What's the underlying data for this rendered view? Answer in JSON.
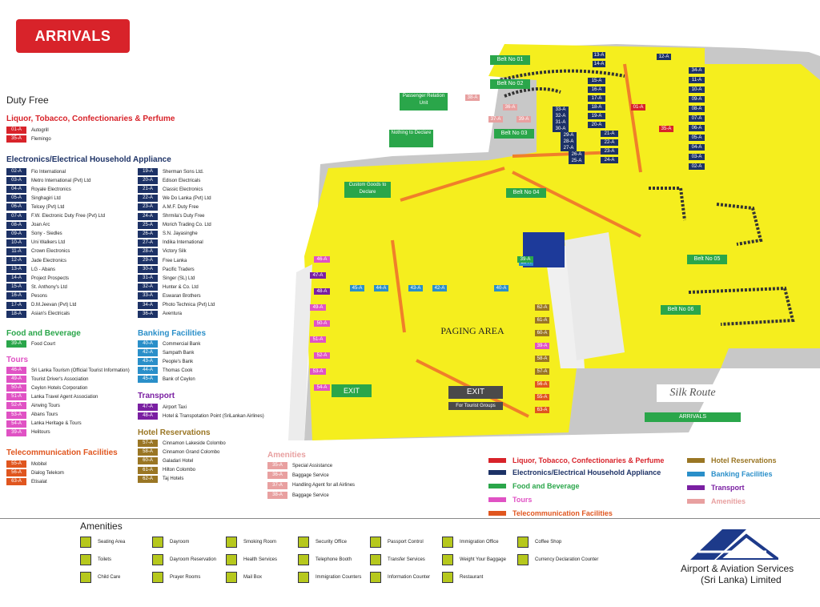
{
  "header": {
    "title": "ARRIVALS"
  },
  "duty_free": {
    "title": "Duty Free",
    "liquor": {
      "heading": "Liquor, Tobacco, Confectionaries & Perfume",
      "color": "#d8232a",
      "items": [
        {
          "code": "01-A",
          "name": "Autogrill"
        },
        {
          "code": "35-A",
          "name": "Flemingo"
        }
      ]
    },
    "electronics": {
      "heading": "Electronics/Electrical Household Appliance",
      "color": "#1d3266",
      "left": [
        {
          "code": "02-A",
          "name": "Fio International"
        },
        {
          "code": "03-A",
          "name": "Metro International (Pvt) Ltd"
        },
        {
          "code": "04-A",
          "name": "Royale Electronics"
        },
        {
          "code": "05-A",
          "name": "Singhagiri Ltd"
        },
        {
          "code": "06-A",
          "name": "Telcey (Pvt) Ltd"
        },
        {
          "code": "07-A",
          "name": "F.W. Electronic Duty Free (Pvt) Ltd"
        },
        {
          "code": "08-A",
          "name": "Joan Arc"
        },
        {
          "code": "09-A",
          "name": "Sony - Siedles"
        },
        {
          "code": "10-A",
          "name": "Uni Walkers Ltd"
        },
        {
          "code": "11-A",
          "name": "Crown Electronics"
        },
        {
          "code": "12-A",
          "name": "Jade Electronics"
        },
        {
          "code": "13-A",
          "name": "LG - Abans"
        },
        {
          "code": "14-A",
          "name": "Project Prospects"
        },
        {
          "code": "15-A",
          "name": "St. Anthony's Ltd"
        },
        {
          "code": "16-A",
          "name": "Pesons"
        },
        {
          "code": "17-A",
          "name": "D.M.Jeevan (Pvt) Ltd"
        },
        {
          "code": "18-A",
          "name": "Asian's Electricals"
        }
      ],
      "right": [
        {
          "code": "19-A",
          "name": "Sherman Sons Ltd."
        },
        {
          "code": "20-A",
          "name": "Edison Electricals"
        },
        {
          "code": "21-A",
          "name": "Classic Electronics"
        },
        {
          "code": "22-A",
          "name": "We Do Lanka (Pvt) Ltd"
        },
        {
          "code": "23-A",
          "name": "A.M.F. Duty Free"
        },
        {
          "code": "24-A",
          "name": "Shrmila's Duty Free"
        },
        {
          "code": "25-A",
          "name": "Morich Trading Co. Ltd"
        },
        {
          "code": "26-A",
          "name": "S.N. Jayasinghe"
        },
        {
          "code": "27-A",
          "name": "Indika International"
        },
        {
          "code": "28-A",
          "name": "Victory Silk"
        },
        {
          "code": "29-A",
          "name": "Free Lanka"
        },
        {
          "code": "30-A",
          "name": "Pacific Traders"
        },
        {
          "code": "31-A",
          "name": "Singer (SL) Ltd"
        },
        {
          "code": "32-A",
          "name": "Hunter & Co. Ltd"
        },
        {
          "code": "33-A",
          "name": "Eswaran Brothers"
        },
        {
          "code": "34-A",
          "name": "Photo Technica (Pvt) Ltd"
        },
        {
          "code": "36-A",
          "name": "Aventura"
        }
      ]
    }
  },
  "food": {
    "heading": "Food and Beverage",
    "color": "#2aa64a",
    "items": [
      {
        "code": "39-A",
        "name": "Food Court"
      }
    ]
  },
  "banking": {
    "heading": "Banking Facilities",
    "color": "#2a8fc9",
    "items": [
      {
        "code": "40-A",
        "name": "Commercial Bank"
      },
      {
        "code": "42-A",
        "name": "Sampath Bank"
      },
      {
        "code": "43-A",
        "name": "People's Bank"
      },
      {
        "code": "44-A",
        "name": "Thomas Cook"
      },
      {
        "code": "45-A",
        "name": "Bank of Ceylon"
      }
    ]
  },
  "tours": {
    "heading": "Tours",
    "color": "#e052c4",
    "items": [
      {
        "code": "46-A",
        "name": "Sri Lanka Tourism (Official Tourist Information)"
      },
      {
        "code": "49-A",
        "name": "Tourist Driver's Association"
      },
      {
        "code": "50-A",
        "name": "Ceylon Hotels Corporation"
      },
      {
        "code": "51-A",
        "name": "Lanka Travel Agent Association"
      },
      {
        "code": "52-A",
        "name": "Airwing Tours"
      },
      {
        "code": "53-A",
        "name": "Abans Tours"
      },
      {
        "code": "54-A",
        "name": "Lanka Heritage & Tours"
      },
      {
        "code": "39-A",
        "name": "Helitours"
      }
    ]
  },
  "transport": {
    "heading": "Transport",
    "color": "#7a1fa2",
    "items": [
      {
        "code": "47-A",
        "name": "Airport Taxi"
      },
      {
        "code": "48-A",
        "name": "Hotel & Transpotation Point (SriLankan Airlines)"
      }
    ]
  },
  "hotel": {
    "heading": "Hotel Reservations",
    "color": "#9a7624",
    "items": [
      {
        "code": "57-A",
        "name": "Cinnamon Lakeside Colombo"
      },
      {
        "code": "58-A",
        "name": "Cinnamon Grand Colombo"
      },
      {
        "code": "60-A",
        "name": "Galadari Hotel"
      },
      {
        "code": "61-A",
        "name": "Hilton Colombo"
      },
      {
        "code": "62-A",
        "name": "Taj Hotels"
      }
    ]
  },
  "telecom": {
    "heading": "Telecommunication Facilities",
    "color": "#e0561f",
    "items": [
      {
        "code": "55-A",
        "name": "Mobitel"
      },
      {
        "code": "56-A",
        "name": "Dialog Telekom"
      },
      {
        "code": "63-A",
        "name": "Etisalat"
      }
    ]
  },
  "amenities_list": {
    "heading": "Amenities",
    "color": "#e8a0a0",
    "items": [
      {
        "code": "35-A",
        "name": "Special Assistance"
      },
      {
        "code": "36-A",
        "name": "Baggage Service"
      },
      {
        "code": "37-A",
        "name": "Handling Agent for all Airlines"
      },
      {
        "code": "38-A",
        "name": "Baggage Service"
      }
    ]
  },
  "legend": {
    "items": [
      {
        "label": "Liquor, Tobacco, Confectionaries & Perfume",
        "color": "#d8232a"
      },
      {
        "label": "Electronics/Electrical Household Appliance",
        "color": "#1d3266"
      },
      {
        "label": "Food and Beverage",
        "color": "#2aa64a"
      },
      {
        "label": "Tours",
        "color": "#e052c4"
      },
      {
        "label": "Telecommunication Facilities",
        "color": "#e0561f"
      },
      {
        "label": "Hotel Reservations",
        "color": "#9a7624"
      },
      {
        "label": "Banking Facilities",
        "color": "#2a8fc9"
      },
      {
        "label": "Transport",
        "color": "#7a1fa2"
      },
      {
        "label": "Amenities",
        "color": "#e8a0a0"
      }
    ]
  },
  "map": {
    "belts": [
      "Belt No 01",
      "Belt No 02",
      "Belt No 03",
      "Belt No 04",
      "Belt No 05",
      "Belt No 06"
    ],
    "passenger_relation": "Passenger Relation Unit",
    "nothing_to_declare": "Nothing to Declare",
    "custom_goods": "Custom Goods to Declare",
    "paging_area": "PAGING AREA",
    "exit": "EXIT",
    "exit_tour": "For Tourist Groups",
    "silk_route_logo": "Silk Route",
    "silk_route_sub": "ARRIVALS",
    "kiosks": [
      "45-A",
      "44-A",
      "43-A",
      "42-A",
      "40-A",
      "39-A"
    ],
    "left_col": [
      "46-A",
      "47-A",
      "48-A",
      "49-A",
      "50-A",
      "51-A",
      "52-A",
      "53-A",
      "54-A"
    ],
    "right_col": [
      "62-A",
      "61-A",
      "60-A",
      "39-A",
      "58-A",
      "57-A",
      "56-A",
      "55-A",
      "63-A"
    ],
    "far_right": [
      "34-A",
      "11-A",
      "10-A",
      "09-A",
      "08-A",
      "07-A",
      "06-A",
      "05-A",
      "04-A",
      "03-A",
      "02-A"
    ],
    "center_shops": [
      "15-A",
      "16-A",
      "17-A",
      "18-A",
      "19-A",
      "20-A",
      "21-A",
      "22-A",
      "23-A",
      "24-A"
    ],
    "inner_shops": [
      "33-A",
      "32-A",
      "31-A",
      "30-A",
      "29-A",
      "28-A",
      "27-A",
      "26-A",
      "25-A"
    ],
    "top_shops": [
      "13-A",
      "14-A",
      "12-A"
    ],
    "upper_left": [
      "38-A",
      "36-A",
      "37-A",
      "39-A",
      "01-A",
      "35-A"
    ]
  },
  "amenities_footer": {
    "title": "Amenities",
    "items": [
      {
        "icon": "seat-icon",
        "label": "Seating Area"
      },
      {
        "icon": "toilet-icon",
        "label": "Toilets"
      },
      {
        "icon": "child-care-icon",
        "label": "Child Care"
      },
      {
        "icon": "bed-icon",
        "label": "Dayroom"
      },
      {
        "icon": "bed-icon",
        "label": "Dayroom Reservation"
      },
      {
        "icon": "prayer-icon",
        "label": "Prayer Rooms"
      },
      {
        "icon": "smoking-icon",
        "label": "Smoking Room"
      },
      {
        "icon": "health-icon",
        "label": "Health Services"
      },
      {
        "icon": "mail-icon",
        "label": "Mail Box"
      },
      {
        "icon": "security-icon",
        "label": "Security Office"
      },
      {
        "icon": "phone-icon",
        "label": "Telephone Booth"
      },
      {
        "icon": "immigration-icon",
        "label": "Immigration Counters"
      },
      {
        "icon": "passport-icon",
        "label": "Passport Control"
      },
      {
        "icon": "transfer-icon",
        "label": "Transfer Services"
      },
      {
        "icon": "info-icon",
        "label": "Information Counter"
      },
      {
        "icon": "immigration-office-icon",
        "label": "Immigration Office"
      },
      {
        "icon": "baggage-weight-icon",
        "label": "Weight Your Baggage"
      },
      {
        "icon": "restaurant-icon",
        "label": "Restaurant"
      },
      {
        "icon": "coffee-icon",
        "label": "Coffee Shop"
      },
      {
        "icon": "currency-icon",
        "label": "Currency Declaration Counter"
      }
    ]
  },
  "brand": {
    "line1": "Airport & Aviation Services",
    "line2": "(Sri Lanka) Limited",
    "accent": "#1d3a8a"
  }
}
